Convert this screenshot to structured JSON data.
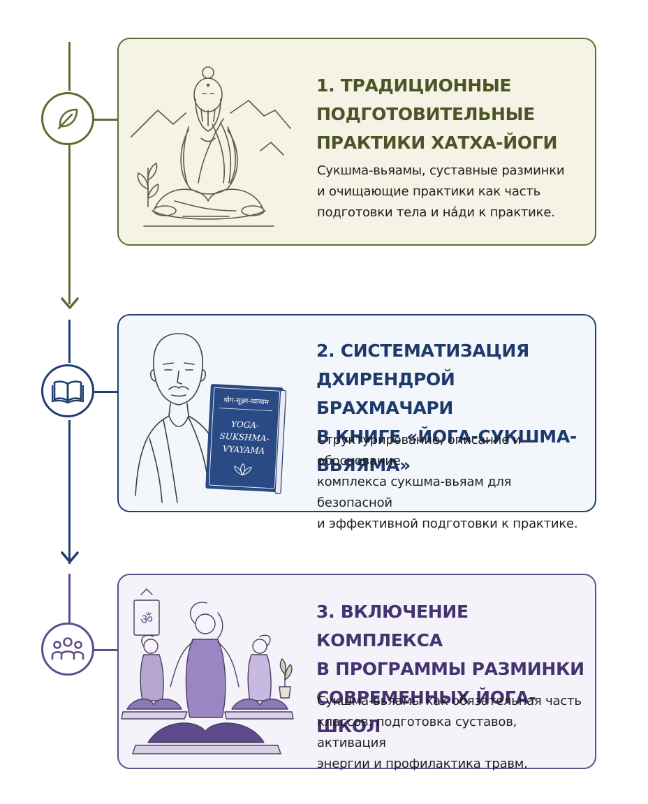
{
  "colors": {
    "step1": "#4c5426",
    "step2": "#1d3a6a",
    "step3": "#45336f"
  },
  "steps": [
    {
      "icon": "leaf-icon",
      "title": "1. ТРАДИЦИОННЫЕ\nПОДГОТОВИТЕЛЬНЫЕ\nПРАКТИКИ ХАТХА-ЙОГИ",
      "description": "Сукшма-вьяамы, суставные разминки\nи очищающие практики как часть\nподготовки тела и на́ди к практике."
    },
    {
      "icon": "open-book-icon",
      "title": "2. СИСТЕМАТИЗАЦИЯ\nДХИРЕНДРОЙ БРАХМАЧАРИ\nВ КНИГЕ «ЙОГА-СУКШМА-ВЬЯЯМА»",
      "description": "Структурирование, описание и обоснование\nкомплекса сукшма-вьяам для безопасной\nи эффективной подготовки к практике.",
      "book": {
        "devanagari": "योग-सूक्ष्म-व्यायाम",
        "latin_line1": "YOGA-",
        "latin_line2": "SUKSHMA-",
        "latin_line3": "VYAYAMA"
      }
    },
    {
      "icon": "group-icon",
      "title": "3. ВКЛЮЧЕНИЕ КОМПЛЕКСА\nВ ПРОГРАММЫ РАЗМИНКИ\nСОВРЕМЕННЫХ ЙОГА-ШКОЛ",
      "description": "Сукшма-вьяамы как обязательная часть\nклассов: подготовка суставов, активация\nэнергии и профилактика травм.",
      "banner_symbol": "ॐ"
    }
  ]
}
